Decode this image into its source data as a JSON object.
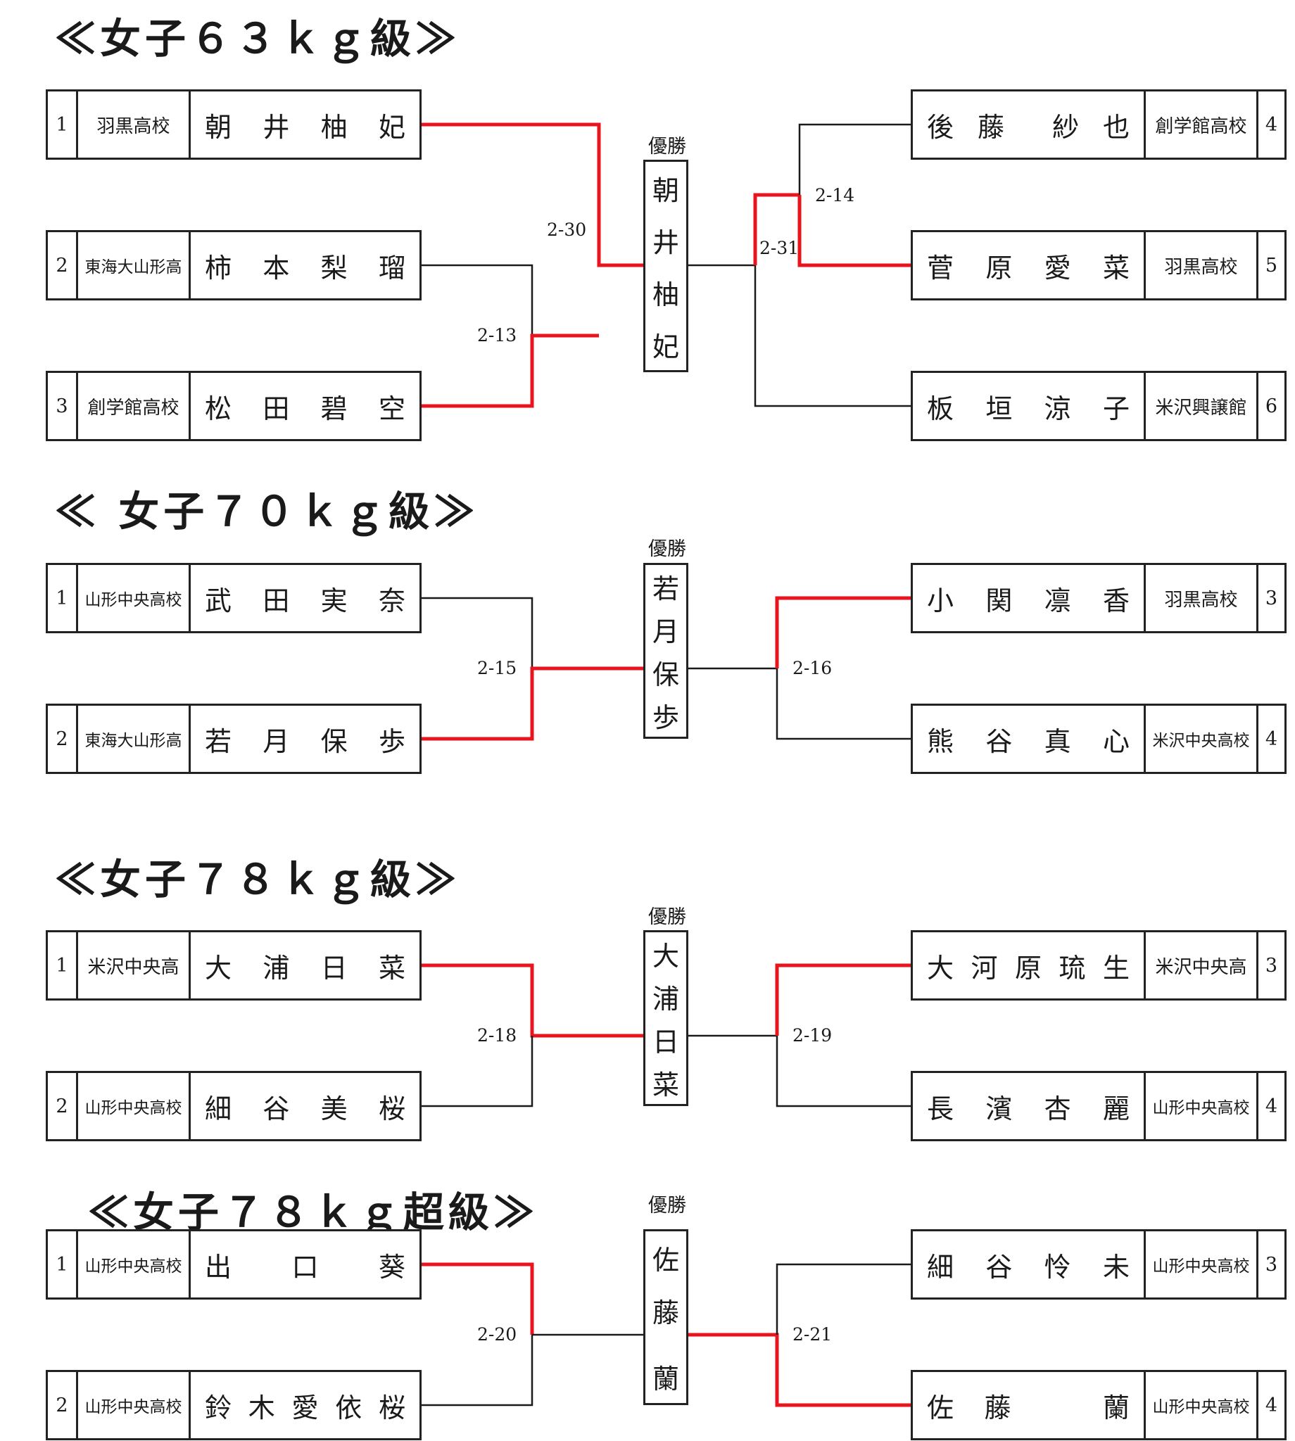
{
  "colors": {
    "win_line": "#e8141e",
    "line": "#1a1a1a"
  },
  "champion_label": "優勝",
  "sections": [
    {
      "title": "≪女子６３ｋｇ級≫",
      "left": [
        {
          "seed": "1",
          "school": "羽黒高校",
          "name": [
            "朝",
            "井",
            "柚",
            "妃"
          ]
        },
        {
          "seed": "2",
          "school": "東海大山形高",
          "name": [
            "柿",
            "本",
            "梨",
            "瑠"
          ]
        },
        {
          "seed": "3",
          "school": "創学館高校",
          "name": [
            "松",
            "田",
            "碧",
            "空"
          ]
        }
      ],
      "right": [
        {
          "seed": "4",
          "school": "創学館高校",
          "name": [
            "後",
            "藤",
            "",
            "紗",
            "也"
          ]
        },
        {
          "seed": "5",
          "school": "羽黒高校",
          "name": [
            "菅",
            "原",
            "愛",
            "菜"
          ]
        },
        {
          "seed": "6",
          "school": "米沢興譲館",
          "name": [
            "板",
            "垣",
            "涼",
            "子"
          ]
        }
      ],
      "champion": [
        "朝",
        "井",
        "柚",
        "妃"
      ],
      "scores": [
        "2-13",
        "2-30",
        "2-14",
        "2-31"
      ]
    },
    {
      "title": "≪ 女子７０ｋｇ級≫",
      "left": [
        {
          "seed": "1",
          "school": "山形中央高校",
          "name": [
            "武",
            "田",
            "実",
            "奈"
          ]
        },
        {
          "seed": "2",
          "school": "東海大山形高",
          "name": [
            "若",
            "月",
            "保",
            "歩"
          ]
        }
      ],
      "right": [
        {
          "seed": "3",
          "school": "羽黒高校",
          "name": [
            "小",
            "関",
            "凛",
            "香"
          ]
        },
        {
          "seed": "4",
          "school": "米沢中央高校",
          "name": [
            "熊",
            "谷",
            "真",
            "心"
          ]
        }
      ],
      "champion": [
        "若",
        "月",
        "保",
        "歩"
      ],
      "scores": [
        "2-15",
        "2-16"
      ]
    },
    {
      "title": "≪女子７８ｋｇ級≫",
      "left": [
        {
          "seed": "1",
          "school": "米沢中央高",
          "name": [
            "大",
            "浦",
            "日",
            "菜"
          ]
        },
        {
          "seed": "2",
          "school": "山形中央高校",
          "name": [
            "細",
            "谷",
            "美",
            "桜"
          ]
        }
      ],
      "right": [
        {
          "seed": "3",
          "school": "米沢中央高",
          "name": [
            "大",
            "河",
            "原",
            "琉",
            "生"
          ]
        },
        {
          "seed": "4",
          "school": "山形中央高校",
          "name": [
            "長",
            "濱",
            "杏",
            "麗"
          ]
        }
      ],
      "champion": [
        "大",
        "浦",
        "日",
        "菜"
      ],
      "scores": [
        "2-18",
        "2-19"
      ]
    },
    {
      "title": "≪女子７８ｋｇ超級≫",
      "left": [
        {
          "seed": "1",
          "school": "山形中央高校",
          "name": [
            "出",
            "",
            "口",
            "",
            "葵"
          ]
        },
        {
          "seed": "2",
          "school": "山形中央高校",
          "name": [
            "鈴",
            "木",
            "愛",
            "依",
            "桜"
          ]
        }
      ],
      "right": [
        {
          "seed": "3",
          "school": "山形中央高校",
          "name": [
            "細",
            "谷",
            "怜",
            "未"
          ]
        },
        {
          "seed": "4",
          "school": "山形中央高校",
          "name": [
            "佐",
            "藤",
            "",
            "",
            "蘭"
          ]
        }
      ],
      "champion": [
        "佐",
        "藤",
        "",
        "蘭"
      ],
      "scores": [
        "2-20",
        "2-21"
      ]
    }
  ]
}
